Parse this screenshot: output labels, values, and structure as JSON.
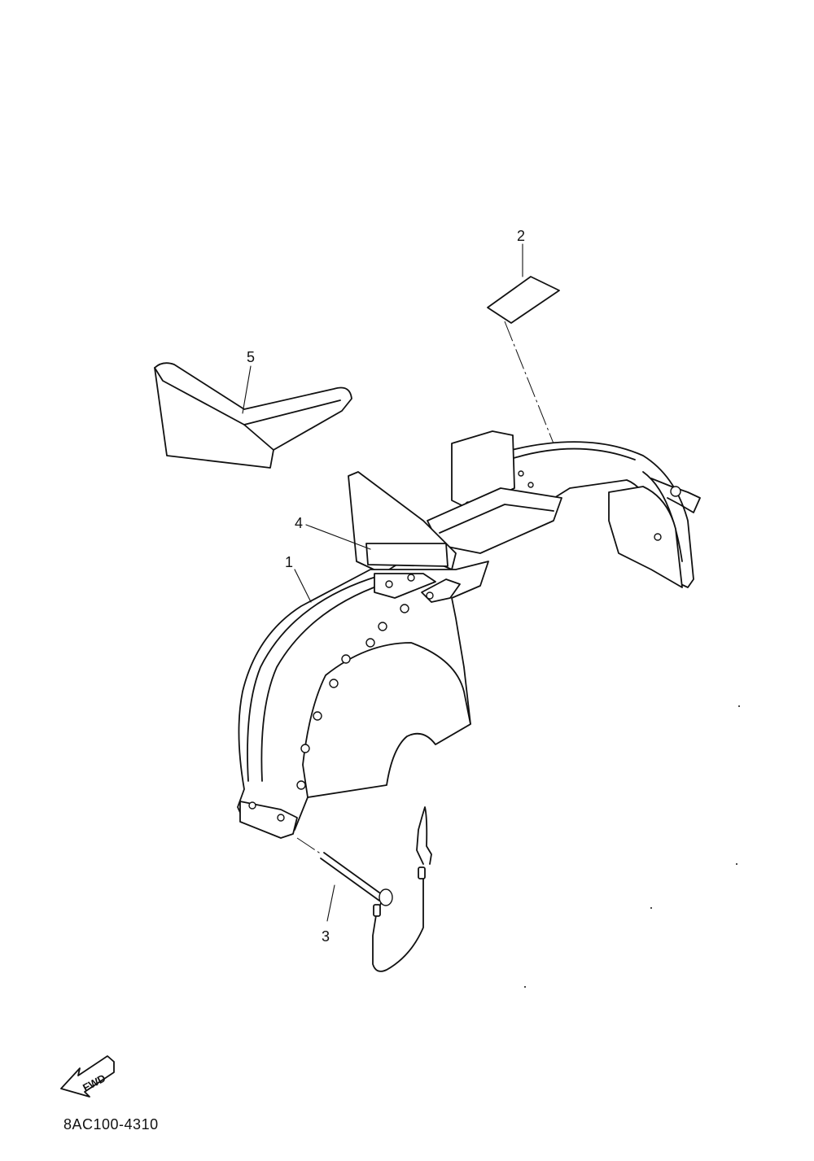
{
  "diagram": {
    "callouts": [
      {
        "id": "1",
        "label": "1"
      },
      {
        "id": "2",
        "label": "2"
      },
      {
        "id": "3",
        "label": "3"
      },
      {
        "id": "4",
        "label": "4"
      },
      {
        "id": "5",
        "label": "5"
      }
    ],
    "direction_arrow": {
      "label": "FWD",
      "icon": "fwd-arrow-icon"
    },
    "figure_code": "8AC100-4310"
  }
}
